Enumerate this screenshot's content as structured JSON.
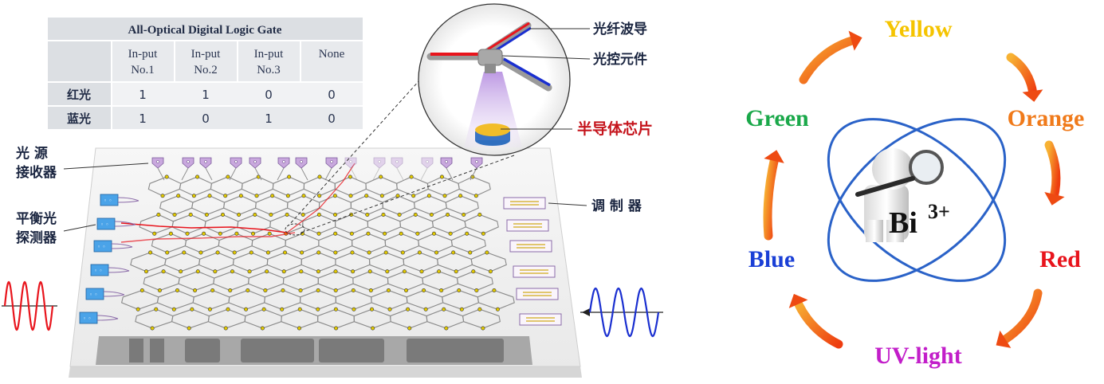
{
  "logic_table": {
    "title": "All-Optical Digital Logic Gate",
    "headers": [
      "In-put No.1",
      "In-put No.2",
      "In-put No.3",
      "None"
    ],
    "rows": [
      {
        "label": "红光",
        "values": [
          "1",
          "1",
          "0",
          "0"
        ]
      },
      {
        "label": "蓝光",
        "values": [
          "1",
          "0",
          "1",
          "0"
        ]
      }
    ]
  },
  "chip_labels": {
    "light_source_receiver": [
      "光  源",
      "接收器"
    ],
    "balanced_detector": [
      "平衡光",
      "探测器"
    ],
    "modulator": "调 制 器"
  },
  "zoom_labels": {
    "fiber_waveguide": "光纤波导",
    "optical_control_element": "光控元件",
    "semiconductor_chip": "半导体芯片"
  },
  "color_cycle": {
    "labels": [
      {
        "text": "Yellow",
        "color": "#f5c400"
      },
      {
        "text": "Orange",
        "color": "#f07a1a"
      },
      {
        "text": "Red",
        "color": "#e8141c"
      },
      {
        "text": "UV-light",
        "color": "#c21ec9"
      },
      {
        "text": "Blue",
        "color": "#1a3fd6"
      },
      {
        "text": "Green",
        "color": "#1aa84a"
      }
    ],
    "center_label": "Bi",
    "center_superscript": "3+"
  },
  "colors": {
    "red_signal": "#e8141c",
    "blue_signal": "#1a2fd0",
    "orbit": "#2a62c8",
    "chip_surface": "#f2f2f2",
    "source_purple": "#c9a8de",
    "detector_blue": "#4aa3e8",
    "arrow_orange": "#f28a1c"
  }
}
